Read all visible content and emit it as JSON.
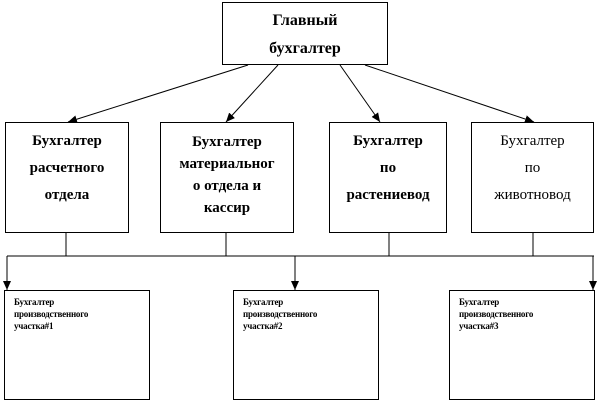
{
  "diagram": {
    "chief": "Главный\nбухгалтер",
    "departments": [
      {
        "text": "Бухгалтер\nрасчетного\nотдела"
      },
      {
        "text": "Бухгалтер\nматериальног\nо отдела и\nкассир"
      },
      {
        "text": "Бухгалтер\nпо\nрастениевод"
      },
      {
        "text": "Бухгалтер\nпо\nживотновод"
      }
    ],
    "sites": [
      {
        "text": "Бухгалтер\nпроизводственного\nучастка#1"
      },
      {
        "text": "Бухгалтер\nпроизводственного\nучастка#2"
      },
      {
        "text": "Бухгалтер\nпроизводственного\nучастка#3"
      }
    ]
  },
  "colors": {
    "line": "#000000",
    "background": "#ffffff"
  }
}
